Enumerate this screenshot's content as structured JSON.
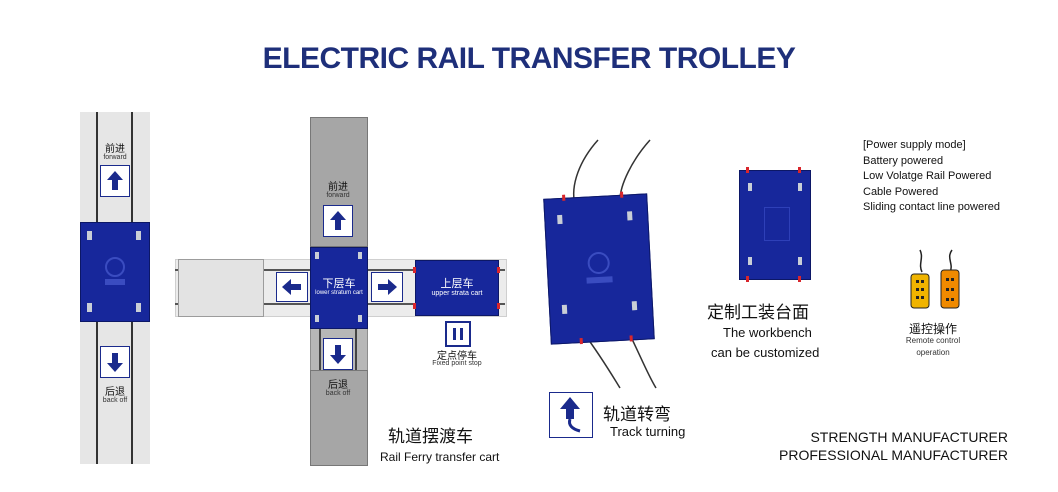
{
  "title": "ELECTRIC RAIL TRANSFER TROLLEY",
  "panel1": {
    "forward_cn": "前进",
    "forward_en": "forward",
    "back_cn": "后退",
    "back_en": "back off"
  },
  "panel2": {
    "forward_cn": "前进",
    "forward_en": "forward",
    "lower_cn": "下层车",
    "lower_en": "lower stratum cart",
    "upper_cn": "上层车",
    "upper_en": "upper strata cart",
    "stop_cn": "定点停车",
    "stop_en": "Fixed point stop",
    "back_cn": "后退",
    "back_en": "back off",
    "caption_cn": "轨道摆渡车",
    "caption_en": "Rail Ferry transfer cart"
  },
  "panel3": {
    "caption_cn": "轨道转弯",
    "caption_en": "Track turning"
  },
  "panel4": {
    "caption_cn": "定制工装台面",
    "caption_en_1": "The workbench",
    "caption_en_2": "can be customized"
  },
  "power": {
    "lines": [
      "[Power supply mode]",
      "Battery powered",
      "Low Volatge Rail Powered",
      "Cable Powered",
      "Sliding contact line powered"
    ]
  },
  "remote": {
    "caption_cn": "遥控操作",
    "caption_en_1": "Remote control",
    "caption_en_2": "operation"
  },
  "footer": {
    "line1": "STRENGTH MANUFACTURER",
    "line2": "PROFESSIONAL MANUFACTURER"
  },
  "colors": {
    "cart_blue": "#17279b",
    "title_navy": "#1e2f7a",
    "track_grey": "#e6e6e6",
    "track_dark_grey": "#b7b7b7",
    "accent_red": "#d9262c"
  }
}
